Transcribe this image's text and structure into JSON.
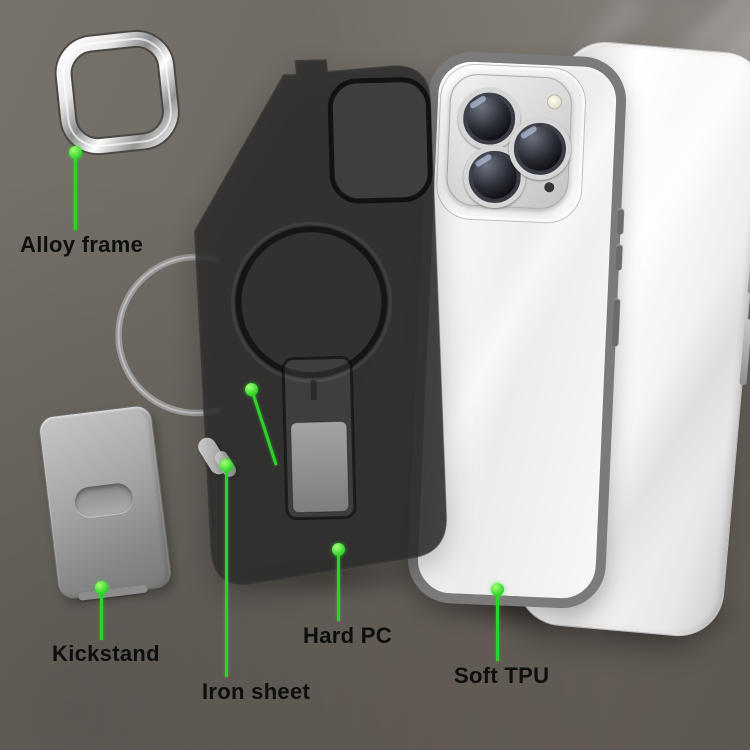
{
  "scene": {
    "type": "phone-case-exploded-diagram",
    "background_color": "#6b6660",
    "accent_green": "#2ed32a",
    "label_color": "#0e0e0e",
    "case_color_dark": "#2d2c2c",
    "tpu_frame_color": "#7b7b7b"
  },
  "parts": [
    {
      "id": "alloy-frame",
      "label": "Alloy frame"
    },
    {
      "id": "kickstand",
      "label": "Kickstand"
    },
    {
      "id": "iron-sheet",
      "label": "Iron sheet"
    },
    {
      "id": "hard-pc",
      "label": "Hard PC"
    },
    {
      "id": "soft-tpu",
      "label": "Soft TPU"
    }
  ]
}
